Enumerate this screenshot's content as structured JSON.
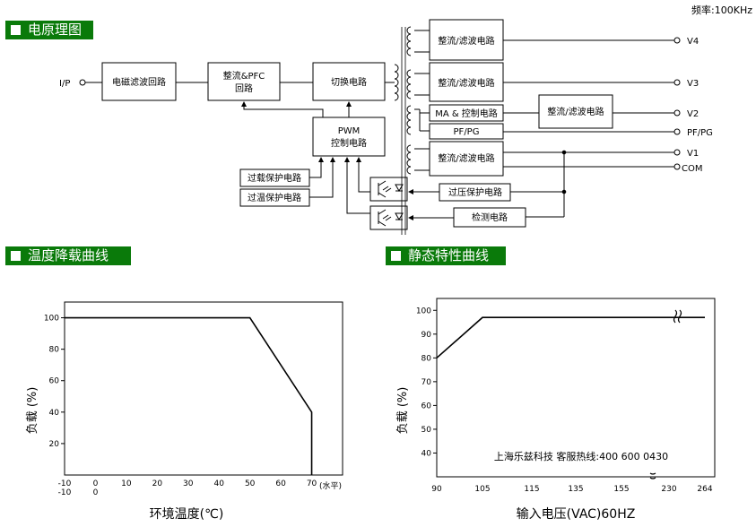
{
  "frequency": "频率:100KHz",
  "sections": {
    "schematic": "电原理图",
    "derating": "温度降载曲线",
    "static": "静态特性曲线"
  },
  "schematic": {
    "input": "I/P",
    "emi": "电磁滤波回路",
    "rect_pfc_1": "整流&PFC",
    "rect_pfc_2": "回路",
    "switch": "切换电路",
    "pwm_1": "PWM",
    "pwm_2": "控制电路",
    "overload": "过载保护电路",
    "overtemp": "过温保护电路",
    "overvolt": "过压保护电路",
    "detect": "检测电路",
    "rect_filter": "整流/滤波电路",
    "ma_control": "MA & 控制电路",
    "pfpg_box": "PF/PG",
    "outputs": {
      "v4": "V4",
      "v3": "V3",
      "v2": "V2",
      "pfpg": "PF/PG",
      "v1": "V1",
      "com": "COM"
    }
  },
  "chart_data": [
    {
      "type": "line",
      "title": "",
      "xlabel": "环境温度(℃)",
      "ylabel": "负载 (%)",
      "x_ticks": [
        "-10",
        "0",
        "10",
        "20",
        "30",
        "40",
        "50",
        "60",
        "70"
      ],
      "x_ticks_second_row": [
        "-10",
        "0"
      ],
      "x_unit_note": "(水平)",
      "y_ticks": [
        "20",
        "40",
        "60",
        "80",
        "100"
      ],
      "xlim": [
        -10,
        80
      ],
      "ylim": [
        0,
        110
      ],
      "series": [
        {
          "x": [
            -10,
            50,
            70,
            70
          ],
          "y": [
            100,
            100,
            40,
            0
          ]
        }
      ]
    },
    {
      "type": "line",
      "title": "",
      "xlabel": "输入电压(VAC)60HZ",
      "ylabel": "负载 (%)",
      "x_ticks": [
        "90",
        "105",
        "115",
        "135",
        "155",
        "230",
        "264"
      ],
      "y_ticks": [
        "40",
        "50",
        "60",
        "70",
        "80",
        "90",
        "100"
      ],
      "ylim": [
        30,
        105
      ],
      "annotation": "上海乐兹科技 客服热线:400 600 0430",
      "series": [
        {
          "x": [
            90,
            105,
            264
          ],
          "y": [
            80,
            97,
            97
          ]
        }
      ]
    }
  ]
}
